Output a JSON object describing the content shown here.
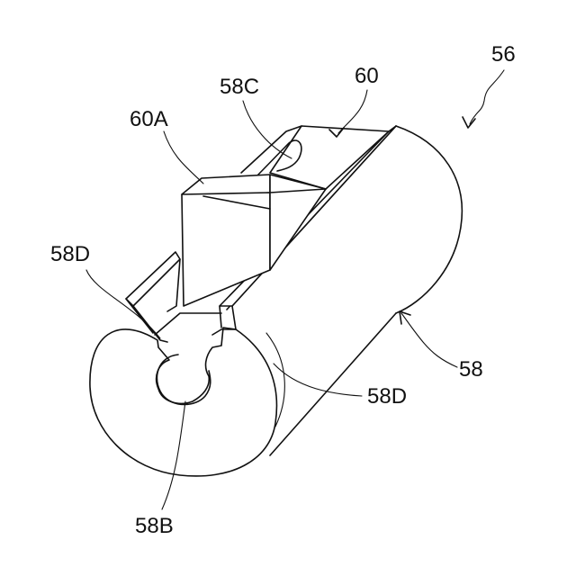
{
  "labels": {
    "assembly": "56",
    "body": "58",
    "bore": "58B",
    "groove": "58C",
    "rail_left": "58D",
    "rail_right": "58D",
    "slider": "60",
    "slider_top": "60A"
  }
}
